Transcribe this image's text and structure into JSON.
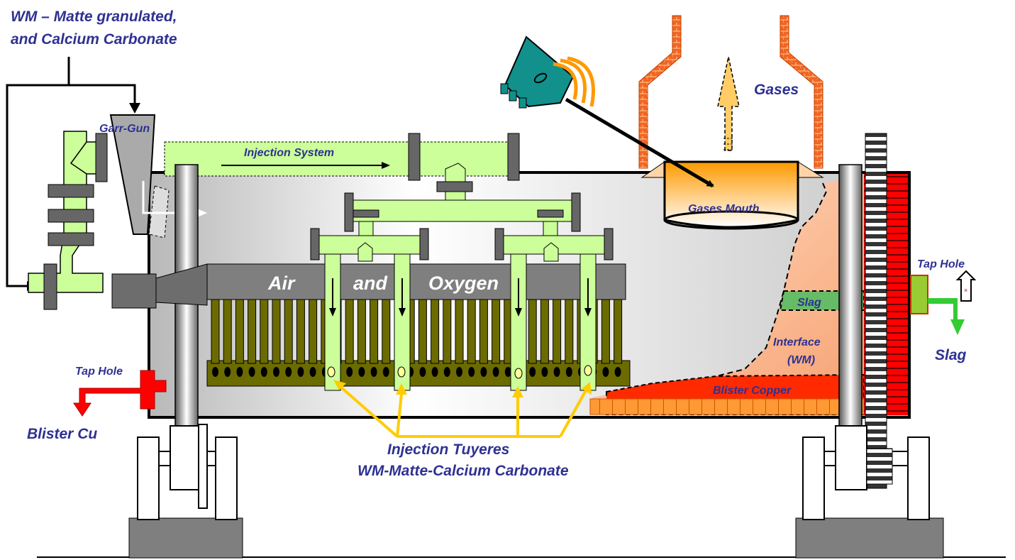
{
  "labels": {
    "feed_title_line1": "WM – Matte granulated,",
    "feed_title_line2": "and Calcium Carbonate",
    "garr_gun": "Garr-Gun",
    "injection_system": "Injection System",
    "gases": "Gases",
    "gases_mouth": "Gases Mouth",
    "air": "Air",
    "and": "and",
    "oxygen": "Oxygen",
    "tap_hole_left": "Tap Hole",
    "blister_cu": "Blister Cu",
    "tap_hole_right": "Tap Hole",
    "slag_inner": "Slag",
    "slag_outer": "Slag",
    "interface_line1": "Interface",
    "interface_line2": "(WM)",
    "blister_copper": "Blister Copper",
    "tuyeres_line1": "Injection Tuyeres",
    "tuyeres_line2": "WM-Matte-Calcium Carbonate"
  },
  "colors": {
    "label_text": "#2e3192",
    "pipe_green": "#ccff99",
    "tuyere_olive": "#6b6b00",
    "brick_orange": "#f26522",
    "slag_green": "#66cc66",
    "tap_red": "#ff0000",
    "arrow_yellow": "#ffcc00",
    "air_band_gray": "#7f7f7f"
  }
}
